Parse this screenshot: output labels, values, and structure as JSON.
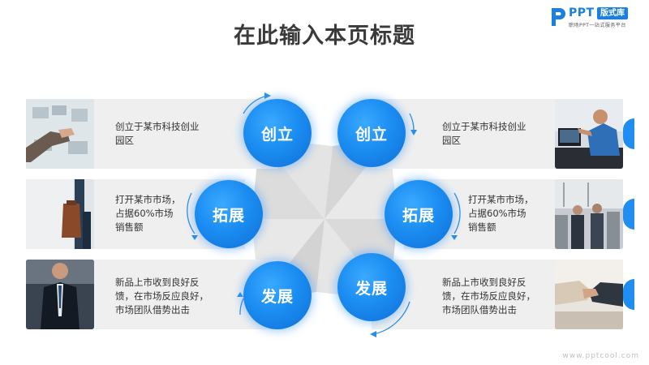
{
  "title": "在此输入本页标题",
  "logo": {
    "ppt": "PPT",
    "badge": "版式库",
    "subtitle": "职场PPT一站式服务平台"
  },
  "steps_left": [
    {
      "label": "创立",
      "text": [
        "创立于某市科技创业",
        "园区"
      ]
    },
    {
      "label": "拓展",
      "text": [
        "打开某市市场，",
        "占据60%市场",
        "销售额"
      ]
    },
    {
      "label": "发展",
      "text": [
        "新品上市收到良好反",
        "馈，在市场反应良好，",
        "市场团队借势出击"
      ]
    }
  ],
  "steps_right": [
    {
      "label": "创立",
      "text": [
        "创立于某市科技创业",
        "园区"
      ]
    },
    {
      "label": "拓展",
      "text": [
        "打开某市市场，",
        "占据60%市场",
        "销售额"
      ]
    },
    {
      "label": "发展",
      "text": [
        "新品上市收到良好反",
        "馈，在市场反应良好，",
        "市场团队借势出击"
      ]
    }
  ],
  "watermark": "www.pptcool.com",
  "colors": {
    "accent": "#1f8ef0",
    "strip": "#efefef",
    "title": "#3a3a3a"
  }
}
